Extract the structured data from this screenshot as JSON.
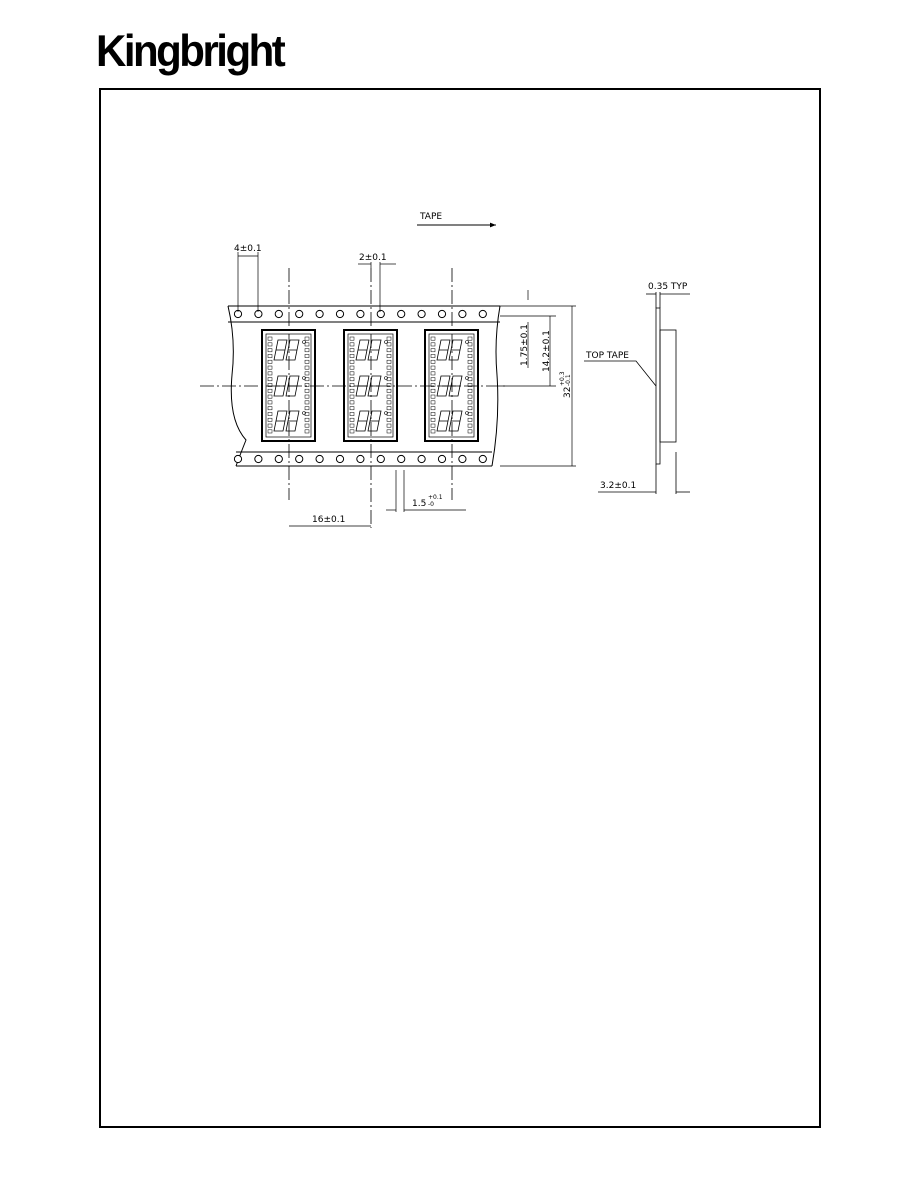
{
  "header": {
    "brand": "Kingbright"
  },
  "drawing": {
    "direction_label": "TAPE",
    "dims": {
      "hole_pitch": "4±0.1",
      "hole_offset": "2±0.1",
      "edge_to_hole_line": "1.75±0.1",
      "hole_line_to_center": "14.2±0.1",
      "tape_width_base": "32",
      "tape_width_tol_plus": "+0.3",
      "tape_width_tol_minus": "-0.1",
      "pocket_pitch": "16±0.1",
      "hole_dia_base": "1.5",
      "hole_dia_tol_plus": "+0.1",
      "hole_dia_tol_minus": "-0",
      "top_tape_thickness": "0.35 TYP",
      "pocket_depth": "3.2±0.1"
    },
    "callouts": {
      "top_tape": "TOP TAPE"
    }
  }
}
